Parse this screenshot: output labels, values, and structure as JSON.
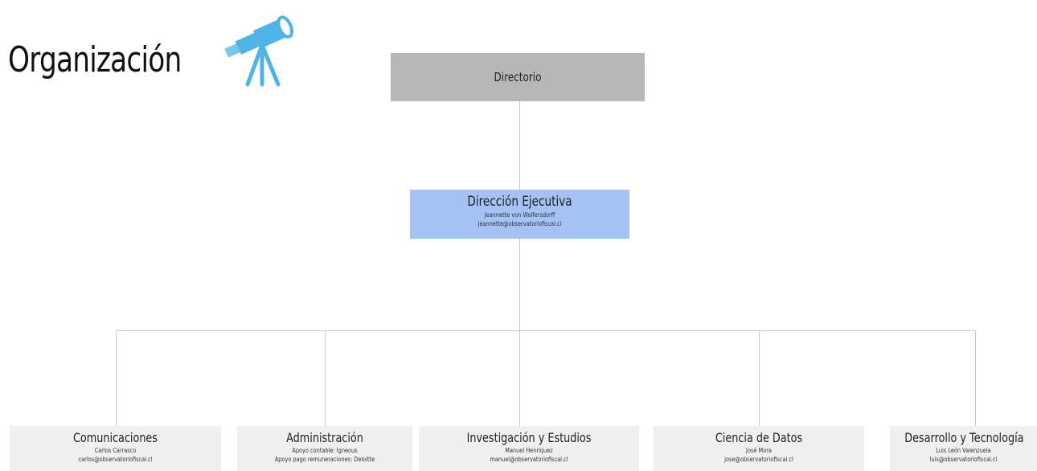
{
  "header": {
    "title": "Organización",
    "logo_icon": "telescope-icon"
  },
  "board": {
    "name": "Directorio"
  },
  "executive": {
    "name": "Dirección Ejecutiva",
    "person": "Jeannette von Wolfersdorff",
    "email": "jeannette@observatoriofiscal.cl"
  },
  "units": [
    {
      "name": "Comunicaciones",
      "line1": "Carlos Carrasco",
      "line2": "carlos@observatoriofiscal.cl"
    },
    {
      "name": "Administración",
      "line1": "Apoyo contable: Igneous",
      "line2": "Apoyo pago remuneraciones: Deloitte"
    },
    {
      "name": "Investigación y Estudios",
      "line1": "Manuel Henríquez",
      "line2": "manuel@observatoriofiscal.cl"
    },
    {
      "name": "Ciencia de Datos",
      "line1": "José Mora",
      "line2": "jose@observatoriofiscal.cl"
    },
    {
      "name": "Desarrollo y Tecnología",
      "line1": "Luis León Valenzuela",
      "line2": "luis@observatoriofiscal.cl"
    }
  ],
  "colors": {
    "board_fill": "#b7b7b7",
    "executive_fill": "#a4c2f4",
    "unit_fill": "#f0f0f0",
    "connector": "#c8c8c8",
    "telescope": "#4fb3e6"
  }
}
